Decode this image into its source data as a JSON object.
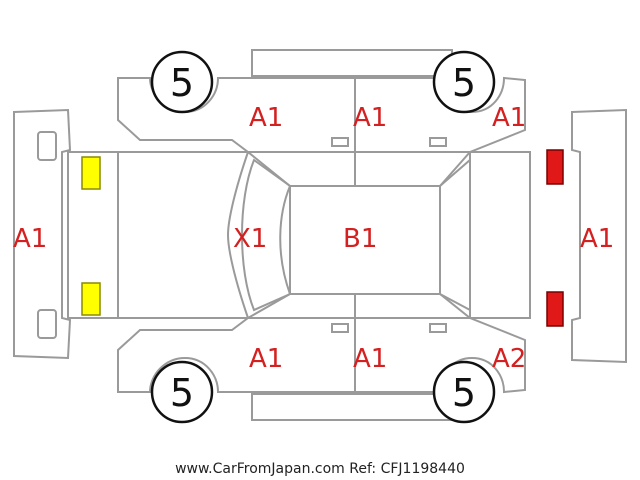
{
  "diagram": {
    "labels": {
      "front_bumper": "A1",
      "rear_bumper": "A1",
      "hood": "X1",
      "roof": "B1",
      "left_front_door": "A1",
      "left_rear_door": "A1",
      "left_quarter": "A1",
      "right_front_door": "A1",
      "right_rear_door": "A1",
      "right_quarter": "A2"
    },
    "tires": {
      "left_front": "5",
      "left_rear": "5",
      "right_front": "5",
      "right_rear": "5"
    },
    "colors": {
      "damage_label": "#d42020",
      "headlight": "#ffff00",
      "taillight": "#e01818",
      "outline": "#9a9a9a"
    },
    "watermark": "www.CarFromJapan.com Ref: CFJ1198440"
  }
}
